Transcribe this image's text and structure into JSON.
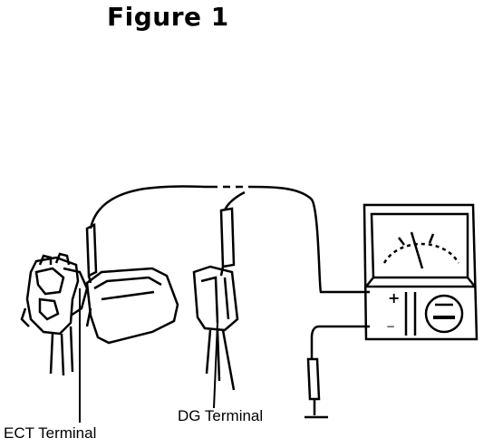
{
  "figure": {
    "title": "Figure 1"
  },
  "labels": {
    "ect_terminal": "ECT Terminal",
    "dg_terminal": "DG Terminal"
  },
  "meter_face_glyphs": {
    "plus": "+",
    "minus": "−"
  }
}
